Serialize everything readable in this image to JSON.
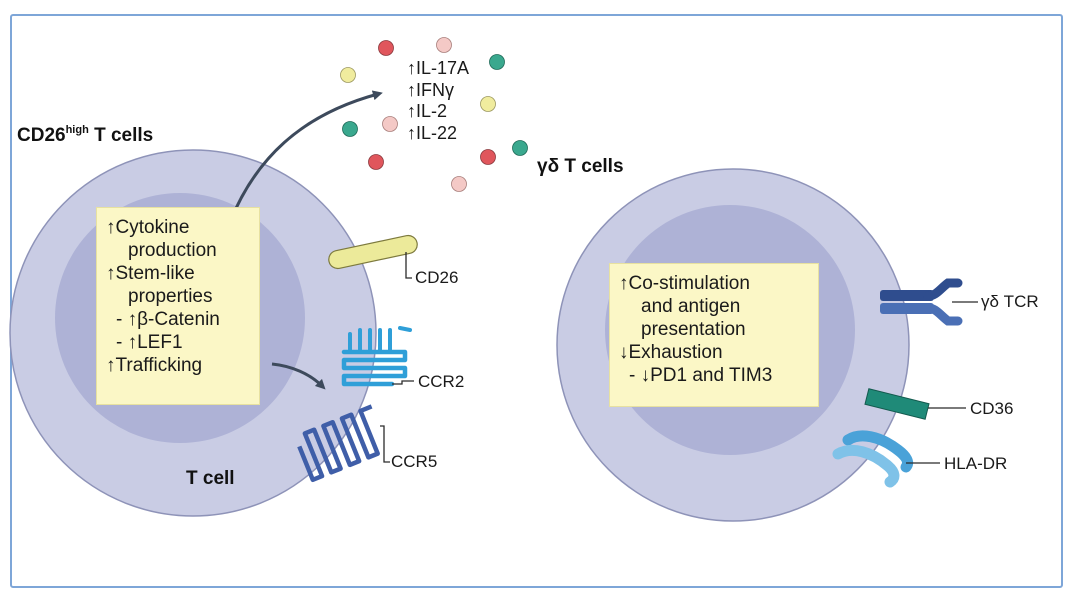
{
  "left_panel": {
    "title_prefix": "CD26",
    "title_sup": "high",
    "title_suffix": " T cells",
    "cell_label": "T cell",
    "box_lines": [
      "↑Cytokine",
      "production",
      "↑Stem-like",
      "properties",
      "- ↑β-Catenin",
      "- ↑LEF1",
      "↑Trafficking"
    ],
    "receptors": [
      "CD26",
      "CCR2",
      "CCR5"
    ]
  },
  "cytokines": [
    "↑IL-17A",
    "↑IFNγ",
    "↑IL-2",
    "↑IL-22"
  ],
  "right_panel": {
    "title": "γδ T cells",
    "box_lines": [
      "↑Co-stimulation",
      "and antigen",
      "presentation",
      "↓Exhaustion",
      "- ↓PD1 and TIM3"
    ],
    "receptors": [
      "γδ TCR",
      "CD36",
      "HLA-DR"
    ]
  },
  "colors": {
    "frame": "#7ea6d8",
    "cell_outer": "#c9cce4",
    "cell_inner": "#aeb2d6",
    "box_fill": "#fbf7c6",
    "cd26": "#ecea9a",
    "ccr2": "#2f9fd8",
    "ccr5": "#3f5ea8",
    "gd_tcr": "#2f4d8e",
    "cd36": "#1f8a78",
    "hla_dr": "#4aa2d8",
    "dot_red": "#e0565c",
    "dot_pink": "#f4c9c6",
    "dot_yellow": "#f0ec9e",
    "dot_teal": "#3aa88e"
  }
}
